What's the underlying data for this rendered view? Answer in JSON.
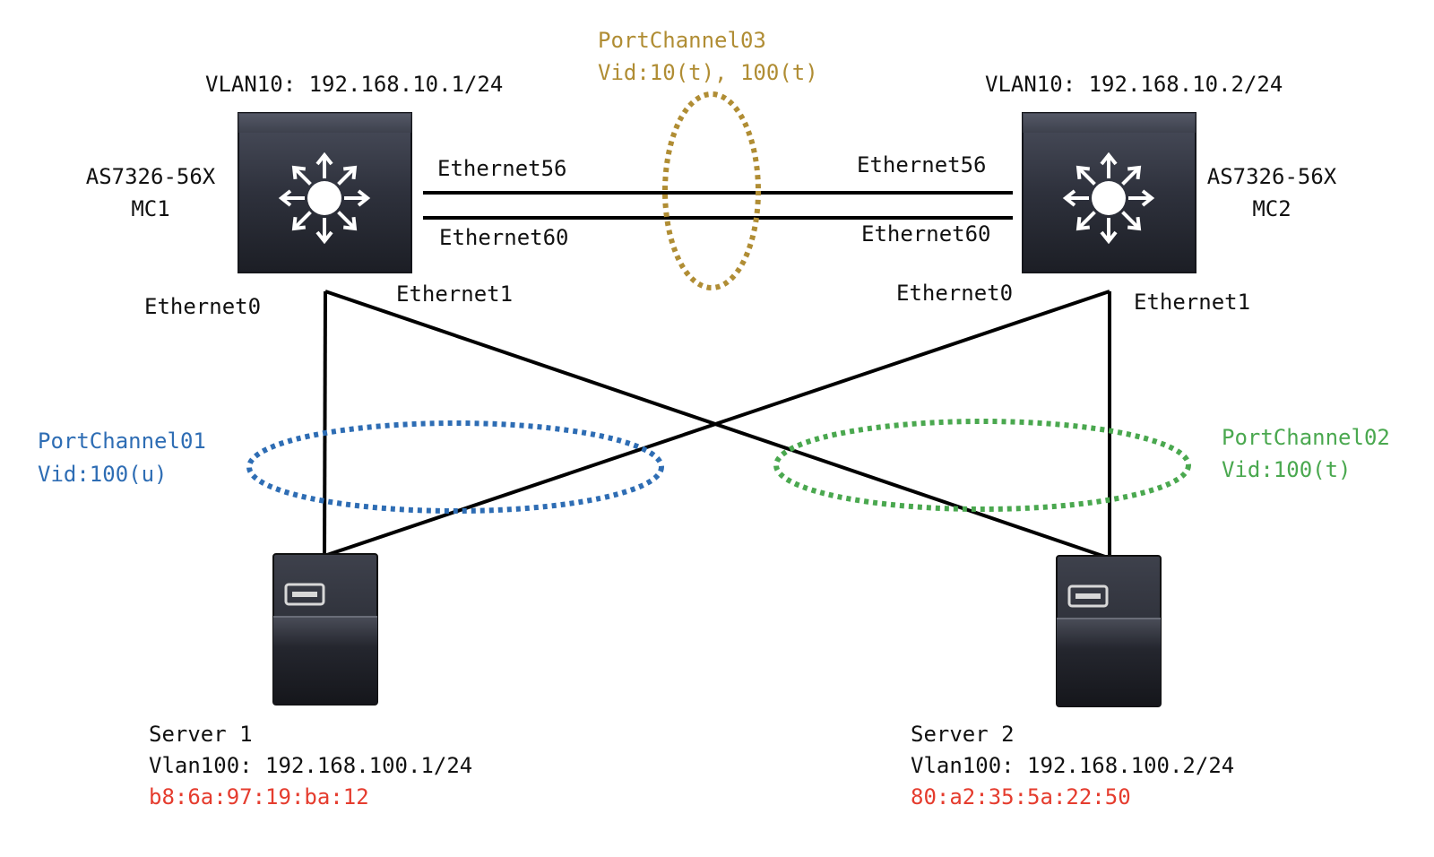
{
  "portchannel03": {
    "name": "PortChannel03",
    "vid": "Vid:10(t), 100(t)"
  },
  "portchannel01": {
    "name": "PortChannel01",
    "vid": "Vid:100(u)"
  },
  "portchannel02": {
    "name": "PortChannel02",
    "vid": "Vid:100(t)"
  },
  "mc1": {
    "vlan": "VLAN10: 192.168.10.1/24",
    "model": "AS7326-56X",
    "name": "MC1"
  },
  "mc2": {
    "vlan": "VLAN10: 192.168.10.2/24",
    "model": "AS7326-56X",
    "name": "MC2"
  },
  "ports": {
    "mc1_eth56": "Ethernet56",
    "mc1_eth60": "Ethernet60",
    "mc2_eth56": "Ethernet56",
    "mc2_eth60": "Ethernet60",
    "mc1_eth0": "Ethernet0",
    "mc1_eth1": "Ethernet1",
    "mc2_eth0": "Ethernet0",
    "mc2_eth1": "Ethernet1"
  },
  "server1": {
    "name": "Server 1",
    "vlan": "Vlan100: 192.168.100.1/24",
    "mac": "b8:6a:97:19:ba:12"
  },
  "server2": {
    "name": "Server 2",
    "vlan": "Vlan100: 192.168.100.2/24",
    "mac": "80:a2:35:5a:22:50"
  },
  "icons": {
    "switch": "router-icon",
    "server": "server-icon"
  },
  "colors": {
    "portchannel03": "#b08d34",
    "portchannel01": "#2e6db4",
    "portchannel02": "#4aa84f",
    "mac": "#e53c2e",
    "text": "#111111",
    "device": "#2a2d37"
  }
}
